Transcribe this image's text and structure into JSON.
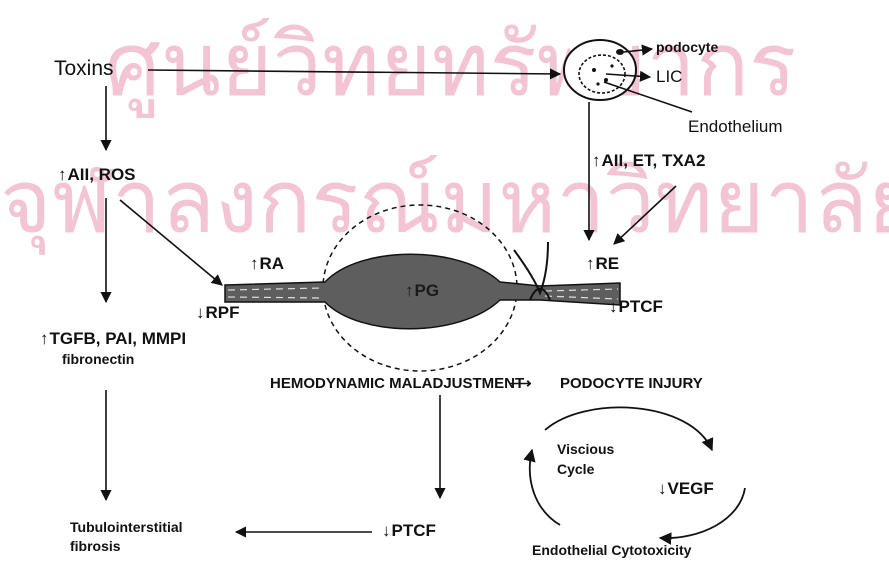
{
  "watermark": {
    "line1": "ศูนย์วิทยทรัพยากร",
    "line2": "จุฬาลงกรณ์มหาวิทยาลัย"
  },
  "labels": {
    "toxins": "Toxins",
    "podocyte": "podocyte",
    "lic": "LIC",
    "endothelium": "Endothelium",
    "aii_ros": "AII, ROS",
    "aii_et_txa2": "AII, ET, TXA2",
    "ra": "RA",
    "re": "RE",
    "pg": "PG",
    "rpf": "RPF",
    "ptcf_right": "PTCF",
    "tgfb": "TGFB, PAI, MMPI",
    "fibronectin": "fibronectin",
    "hemodynamic": "HEMODYNAMIC  MALADJUSTMENT",
    "podocyte_injury": "PODOCYTE  INJURY",
    "viscious": "Viscious",
    "cycle": "Cycle",
    "vegf": "VEGF",
    "endothelial_cytotoxicity": "Endothelial  Cytotoxicity",
    "tubulo1": "Tubulointerstitial",
    "tubulo2": "fibrosis",
    "ptcf_bottom": "PTCF"
  },
  "colors": {
    "watermark": "#f3c4d3",
    "vessel": "#5e5e5e",
    "ink": "#111111"
  }
}
